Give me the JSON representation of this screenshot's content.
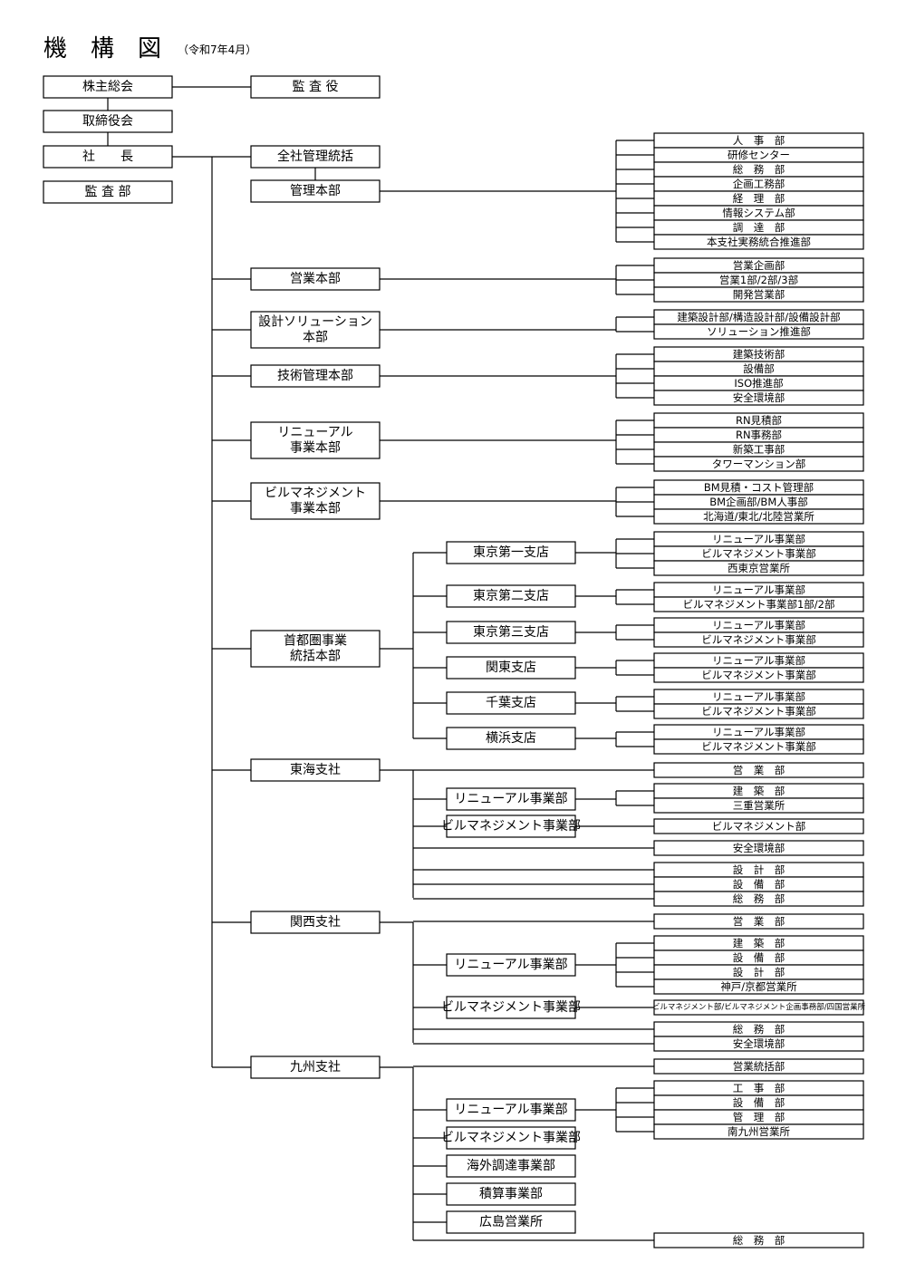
{
  "title": "機　構　図",
  "subtitle": "（令和7年4月）",
  "top": {
    "shareholders": "株主総会",
    "auditor": "監 査 役",
    "board": "取締役会",
    "president": "社　　長",
    "audit_dept": "監 査 部"
  },
  "divisions": [
    {
      "name": "全社管理統括"
    },
    {
      "name": "管理本部",
      "depts": [
        "人　事　部",
        "研修センター",
        "総　務　部",
        "企画工務部",
        "経　理　部",
        "情報システム部",
        "調　達　部",
        "本支社実務統合推進部"
      ]
    },
    {
      "name": "営業本部",
      "depts": [
        "営業企画部",
        "営業1部/2部/3部",
        "開発営業部"
      ]
    },
    {
      "name": "設計ソリューション\n本部",
      "depts": [
        "建築設計部/構造設計部/設備設計部",
        "ソリューション推進部"
      ]
    },
    {
      "name": "技術管理本部",
      "depts": [
        "建築技術部",
        "設備部",
        "ISO推進部",
        "安全環境部"
      ]
    },
    {
      "name": "リニューアル\n事業本部",
      "depts": [
        "RN見積部",
        "RN事務部",
        "新築工事部",
        "タワーマンション部"
      ]
    },
    {
      "name": "ビルマネジメント\n事業本部",
      "depts": [
        "BM見積・コスト管理部",
        "BM企画部/BM人事部",
        "北海道/東北/北陸営業所"
      ]
    },
    {
      "name": "首都圏事業\n統括本部",
      "branches": [
        {
          "name": "東京第一支店",
          "depts": [
            "リニューアル事業部",
            "ビルマネジメント事業部",
            "西東京営業所"
          ]
        },
        {
          "name": "東京第二支店",
          "depts": [
            "リニューアル事業部",
            "ビルマネジメント事業部1部/2部"
          ]
        },
        {
          "name": "東京第三支店",
          "depts": [
            "リニューアル事業部",
            "ビルマネジメント事業部"
          ]
        },
        {
          "name": "関東支店",
          "depts": [
            "リニューアル事業部",
            "ビルマネジメント事業部"
          ]
        },
        {
          "name": "千葉支店",
          "depts": [
            "リニューアル事業部",
            "ビルマネジメント事業部"
          ]
        },
        {
          "name": "横浜支店",
          "depts": [
            "リニューアル事業部",
            "ビルマネジメント事業部"
          ]
        }
      ]
    },
    {
      "name": "東海支社",
      "items": [
        {
          "dept": "営　業　部"
        },
        {
          "sub": "リニューアル事業部",
          "depts": [
            "建　築　部",
            "三重営業所"
          ]
        },
        {
          "sub": "ビルマネジメント事業部",
          "depts": [
            "ビルマネジメント部"
          ]
        },
        {
          "dept": "安全環境部"
        },
        {
          "dept": "設　計　部"
        },
        {
          "dept": "設　備　部"
        },
        {
          "dept": "総　務　部"
        }
      ]
    },
    {
      "name": "関西支社",
      "items": [
        {
          "dept": "営　業　部"
        },
        {
          "sub": "リニューアル事業部",
          "depts": [
            "建　築　部",
            "設　備　部",
            "設　計　部",
            "神戸/京都営業所"
          ]
        },
        {
          "sub": "ビルマネジメント事業部",
          "depts": [
            "ビルマネジメント部/ビルマネジメント企画事務部/四国営業所"
          ]
        },
        {
          "dept": "総　務　部"
        },
        {
          "dept": "安全環境部"
        }
      ]
    },
    {
      "name": "九州支社",
      "items": [
        {
          "dept": "営業統括部"
        },
        {
          "sub": "リニューアル事業部",
          "depts": [
            "工　事　部",
            "設　備　部",
            "管　理　部",
            "南九州営業所"
          ]
        },
        {
          "sub": "ビルマネジメント事業部"
        },
        {
          "sub": "海外調達事業部"
        },
        {
          "sub": "積算事業部"
        },
        {
          "sub": "広島営業所"
        },
        {
          "dept": "総　務　部"
        }
      ]
    }
  ]
}
